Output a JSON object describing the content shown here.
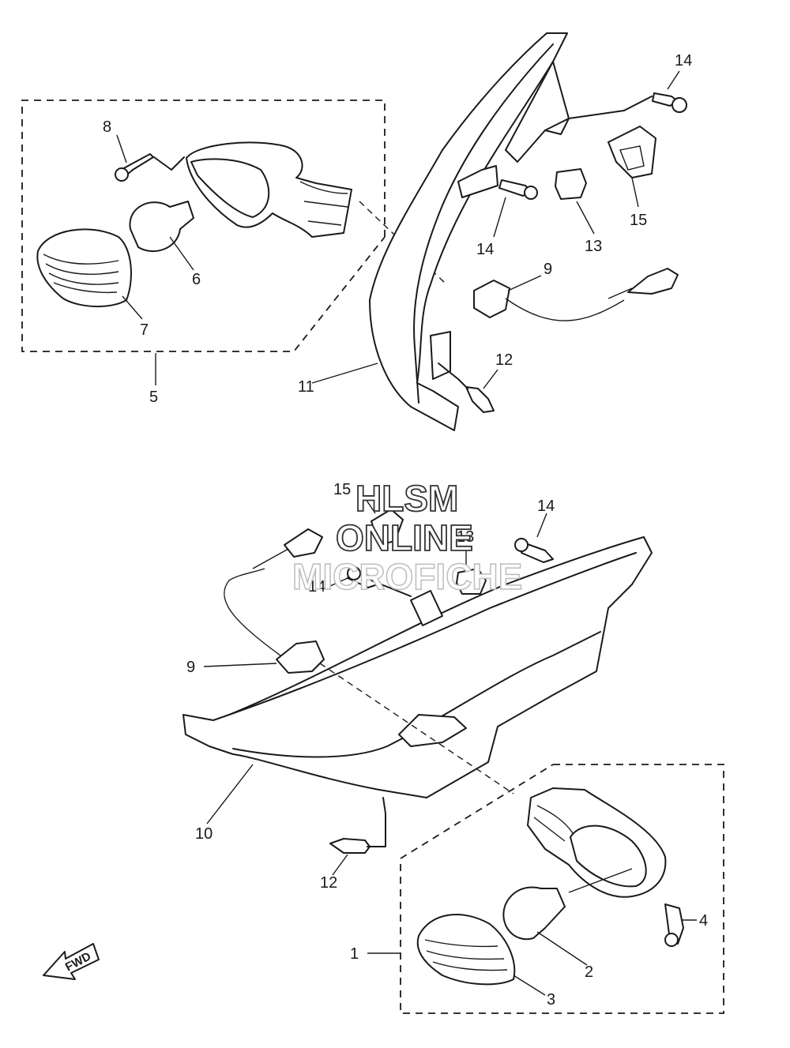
{
  "watermark": {
    "line1": "HLSM",
    "line2": "ONLINE",
    "line3": "MICROFICHE"
  },
  "direction_marker": {
    "label": "FWD",
    "icon": "fwd-arrow-icon"
  },
  "callouts": {
    "c1": "1",
    "c2": "2",
    "c3": "3",
    "c4": "4",
    "c5": "5",
    "c6": "6",
    "c7": "7",
    "c8": "8",
    "c9_top": "9",
    "c9_bottom": "9",
    "c10": "10",
    "c11": "11",
    "c12_top": "12",
    "c12_bottom": "12",
    "c13_top": "13",
    "c13_bottom": "13",
    "c14_top_a": "14",
    "c14_top_b": "14",
    "c14_bottom_a": "14",
    "c14_bottom_b": "14",
    "c15_top": "15",
    "c15_bottom": "15"
  },
  "colors": {
    "line": "#1a1a1a",
    "background": "#ffffff"
  }
}
